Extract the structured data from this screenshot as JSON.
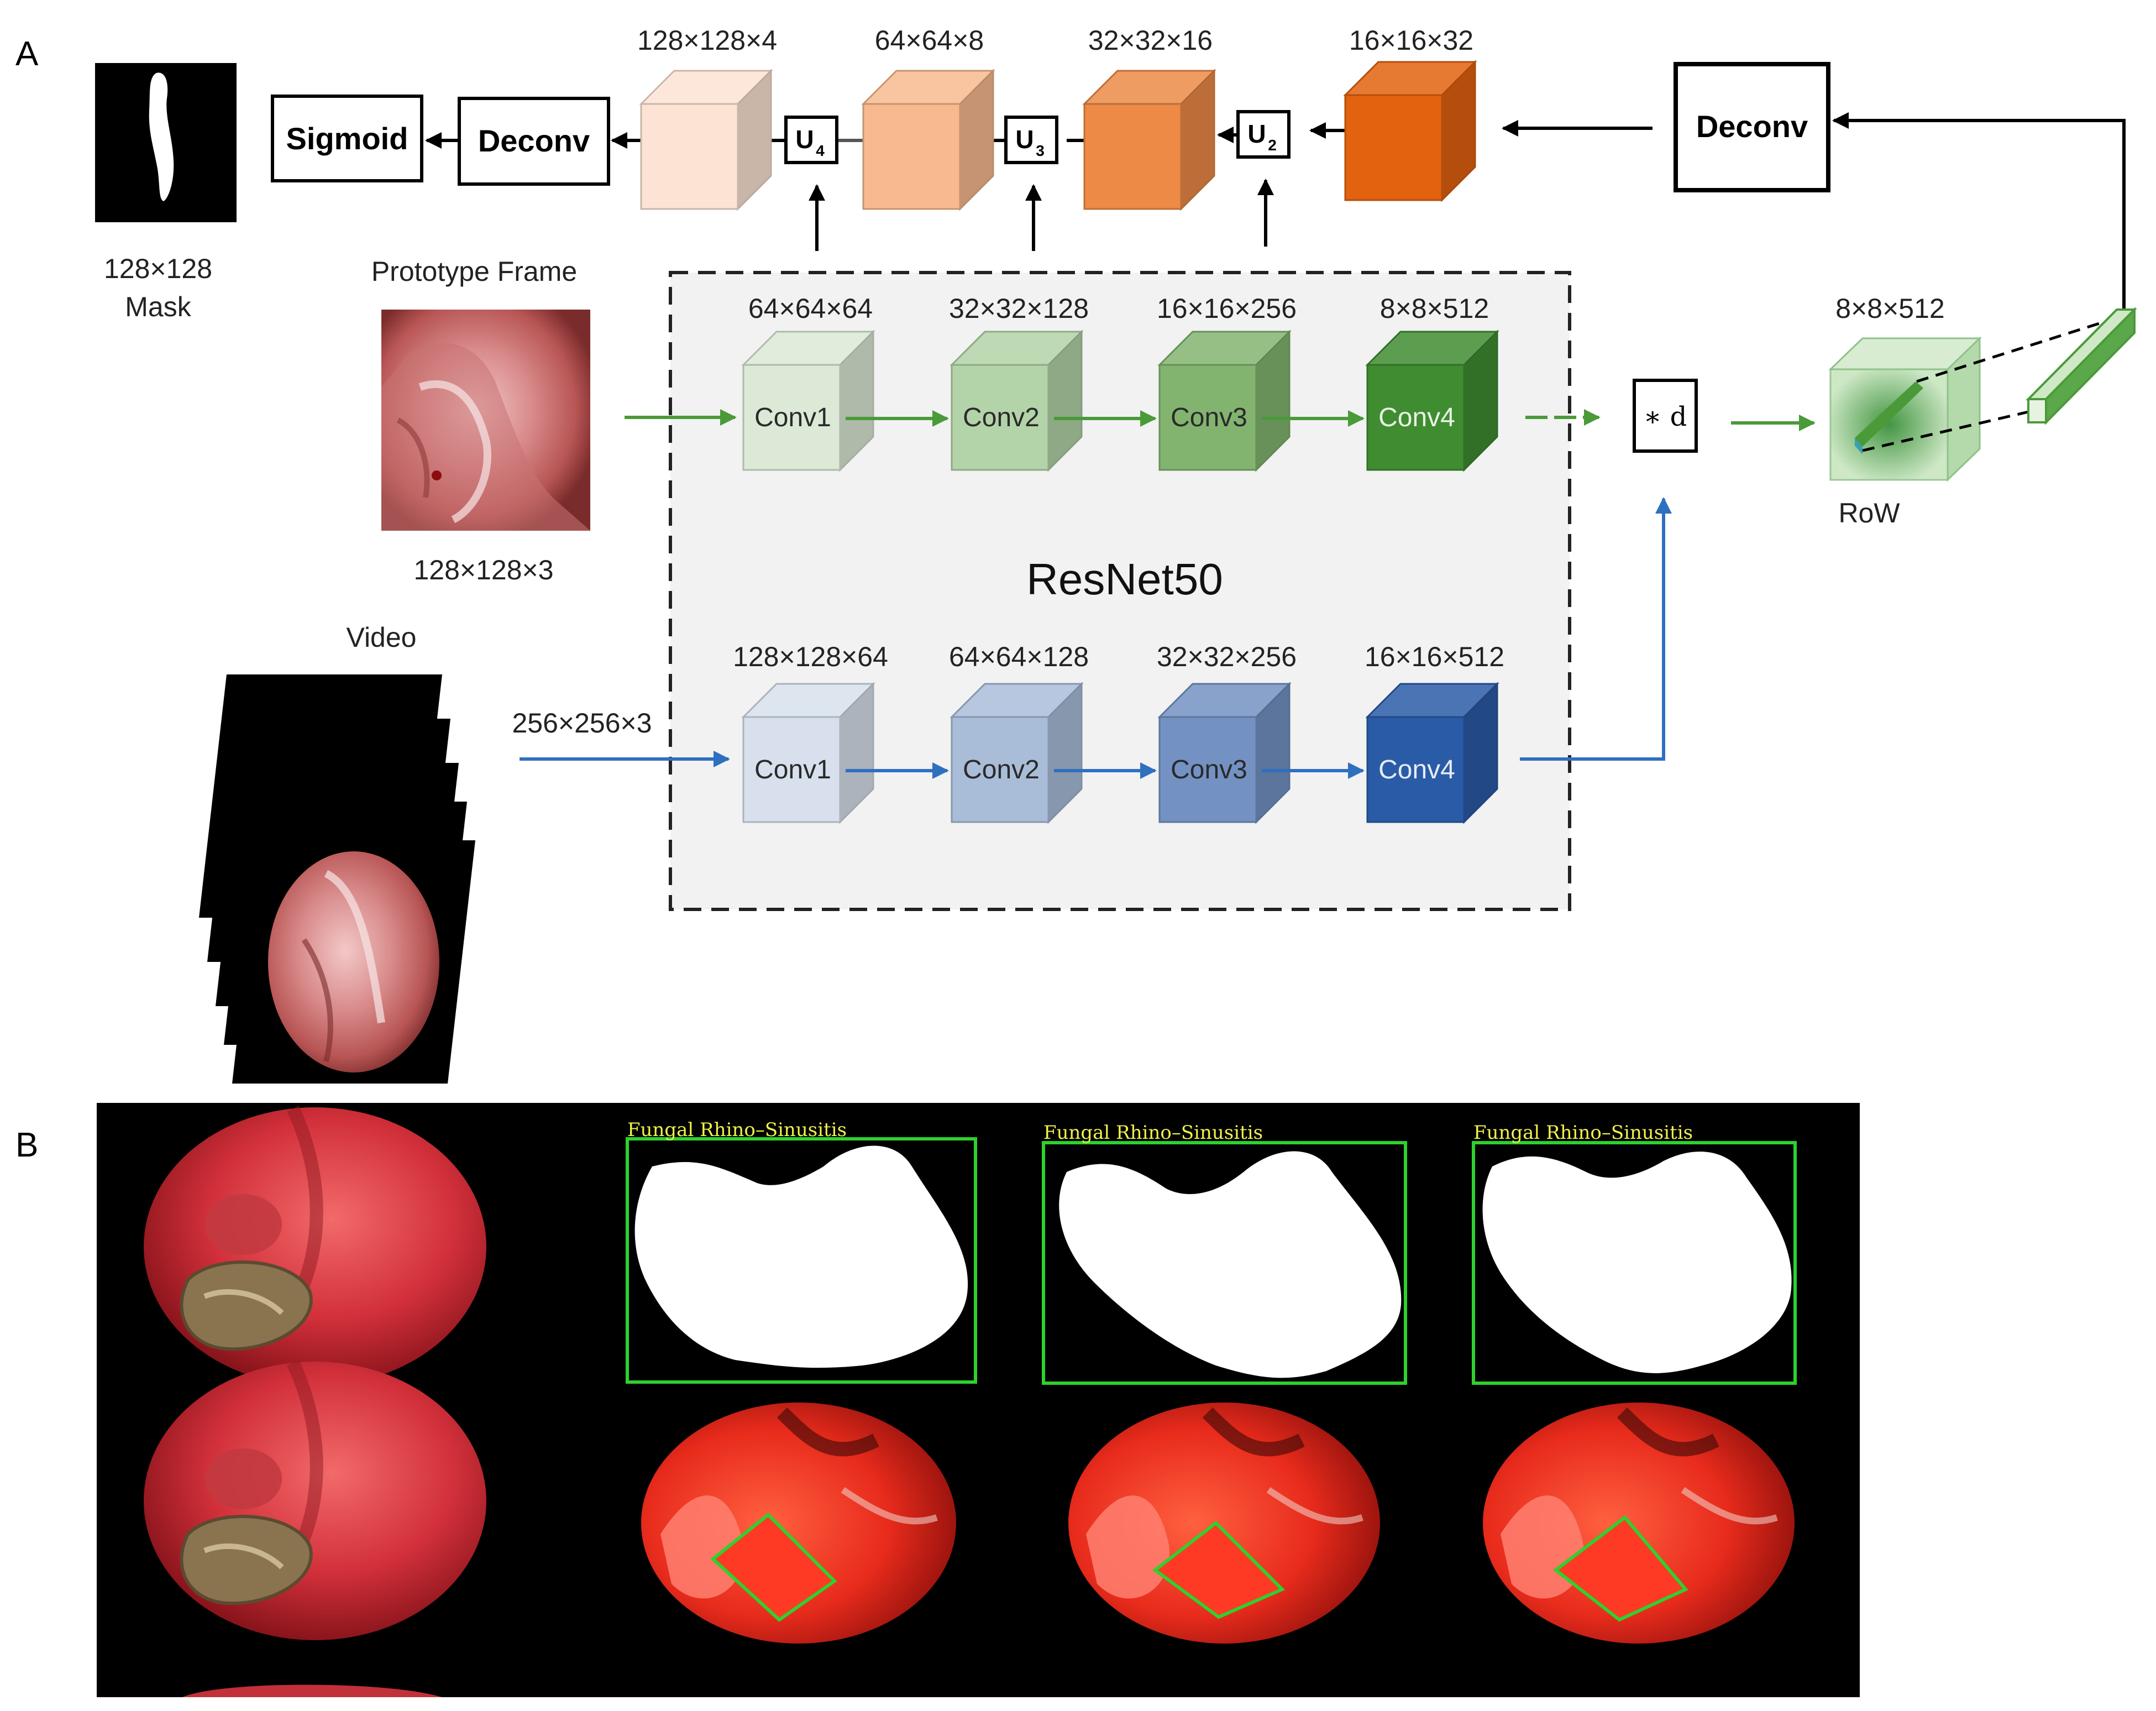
{
  "panel_a": {
    "label": "A"
  },
  "panel_b": {
    "label": "B"
  },
  "mask": {
    "size": "128×128",
    "name": "Mask"
  },
  "prototype": {
    "name": "Prototype Frame",
    "size": "128×128×3"
  },
  "video": {
    "name": "Video",
    "size": "256×256×3"
  },
  "backbone": {
    "name": "ResNet50"
  },
  "ops": {
    "sigmoid": "Sigmoid",
    "deconv": "Deconv",
    "corr": "∗ d"
  },
  "decoder": [
    {
      "dims": "128×128×4",
      "color": "#fde3d3"
    },
    {
      "dims": "64×64×8",
      "color": "#f8b98f"
    },
    {
      "dims": "32×32×16",
      "color": "#ec8a46"
    },
    {
      "dims": "16×16×32",
      "color": "#e2620f"
    }
  ],
  "upsamplers": [
    {
      "main": "U",
      "sub": "4"
    },
    {
      "main": "U",
      "sub": "3"
    },
    {
      "main": "U",
      "sub": "2"
    }
  ],
  "green_branch": [
    {
      "label": "Conv1",
      "dims": "64×64×64",
      "color": "#dbe9d6"
    },
    {
      "label": "Conv2",
      "dims": "32×32×128",
      "color": "#b3d3a8"
    },
    {
      "label": "Conv3",
      "dims": "16×16×256",
      "color": "#82b46f"
    },
    {
      "label": "Conv4",
      "dims": "8×8×512",
      "color": "#3f8c31"
    }
  ],
  "blue_branch": [
    {
      "label": "Conv1",
      "dims": "128×128×64",
      "color": "#d7e0ec"
    },
    {
      "label": "Conv2",
      "dims": "64×64×128",
      "color": "#a9bdd9"
    },
    {
      "label": "Conv3",
      "dims": "32×32×256",
      "color": "#7392c3"
    },
    {
      "label": "Conv4",
      "dims": "16×16×512",
      "color": "#2a5ba7"
    }
  ],
  "row": {
    "name": "RoW",
    "dims": "8×8×512"
  },
  "detections": [
    {
      "label": "Fungal Rhino–Sinusitis"
    },
    {
      "label": "Fungal Rhino–Sinusitis"
    },
    {
      "label": "Fungal Rhino–Sinusitis"
    }
  ],
  "colors": {
    "green_arrow": "#4a9a3a",
    "blue_arrow": "#2f6fc0",
    "box_green": "#2ed12e",
    "label_yellow": "#f2f24a"
  }
}
